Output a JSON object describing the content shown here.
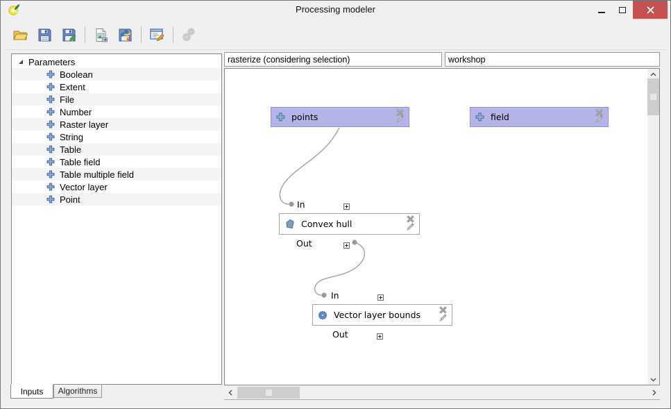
{
  "window": {
    "title": "Processing modeler"
  },
  "titlebar_icons": [
    "qgis-logo-icon",
    "minimize-icon",
    "maximize-icon",
    "close-icon"
  ],
  "toolbar": {
    "icons": [
      "open-model-icon",
      "save-model-icon",
      "save-model-as-icon",
      "export-as-image-icon",
      "export-as-python-icon",
      "edit-model-help-icon",
      "run-model-icon"
    ]
  },
  "sidebar": {
    "tree": {
      "root_label": "Parameters",
      "items": [
        "Boolean",
        "Extent",
        "File",
        "Number",
        "Raster layer",
        "String",
        "Table",
        "Table field",
        "Table multiple field",
        "Vector layer",
        "Point"
      ]
    },
    "tabs": [
      {
        "label": "Inputs",
        "active": true
      },
      {
        "label": "Algorithms",
        "active": false
      }
    ]
  },
  "model": {
    "name_value": "rasterize (considering selection)",
    "group_value": "workshop"
  },
  "canvas": {
    "nodes": [
      {
        "id": "points",
        "kind": "input",
        "icon": "plus-icon",
        "label": "points"
      },
      {
        "id": "field",
        "kind": "input",
        "icon": "plus-icon",
        "label": "field"
      },
      {
        "id": "convex_hull",
        "kind": "algorithm",
        "icon": "convex-hull-icon",
        "label": "Convex hull",
        "in_label": "In",
        "out_label": "Out"
      },
      {
        "id": "vector_layer_bounds",
        "kind": "algorithm",
        "icon": "gear-icon",
        "label": "Vector layer bounds",
        "in_label": "In",
        "out_label": "Out"
      }
    ],
    "connections": [
      {
        "from": "points",
        "to": "convex_hull.In"
      },
      {
        "from": "convex_hull.Out",
        "to": "vector_layer_bounds.In"
      }
    ]
  },
  "colors": {
    "input_node_fill": "#b5b4e8",
    "input_node_border": "#9391cf",
    "algorithm_node_border": "#a6a6a6",
    "connector": "#a8a8a8",
    "close_button": "#c75050",
    "scrollbar_thumb": "#cdcdcd",
    "window_bg": "#f0f0f0",
    "canvas_bg": "#ffffff"
  }
}
